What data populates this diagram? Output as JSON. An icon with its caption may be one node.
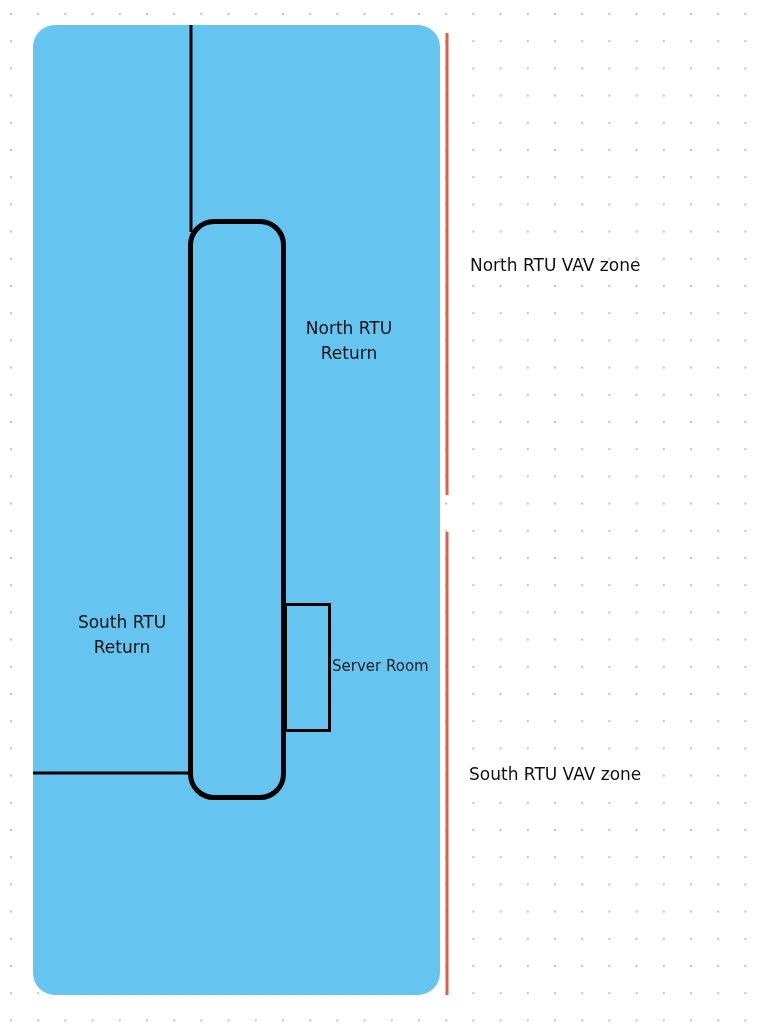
{
  "diagram": {
    "nodes": [
      {
        "text": [],
        "shape": "box"
      },
      {
        "text": [
          "Server Room"
        ]
      }
    ],
    "edges": [],
    "labels": [
      "North RTU VAV zone",
      "North RTU Return",
      "South RTU Return",
      "South RTU VAV zone"
    ]
  }
}
